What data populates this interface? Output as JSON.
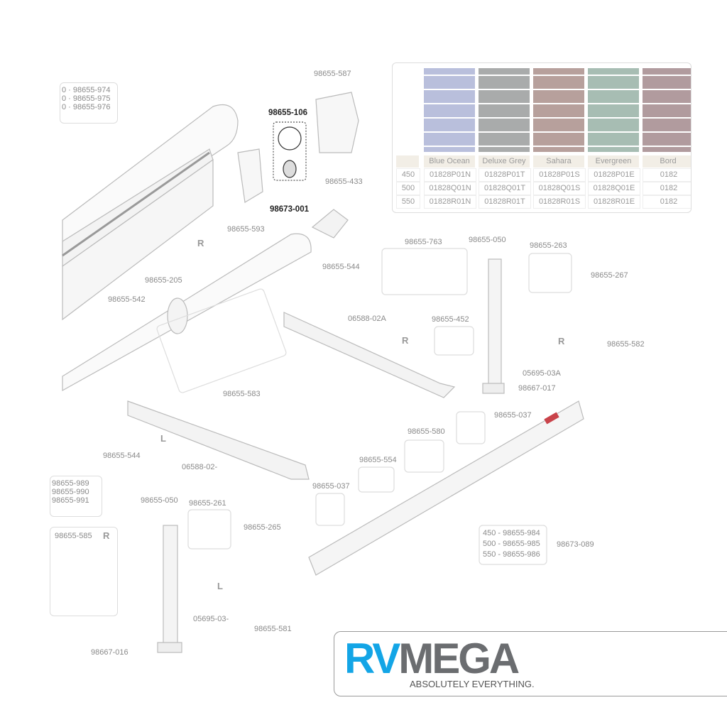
{
  "swatch_table": {
    "colors": [
      {
        "name": "Blue Ocean",
        "hex": "#b9bfdc",
        "codes": [
          "01828P01N",
          "01828Q01N",
          "01828R01N"
        ]
      },
      {
        "name": "Deluxe Grey",
        "hex": "#a9abab",
        "codes": [
          "01828P01T",
          "01828Q01T",
          "01828R01T"
        ]
      },
      {
        "name": "Sahara",
        "hex": "#b7a09c",
        "codes": [
          "01828P01S",
          "01828Q01S",
          "01828R01S"
        ]
      },
      {
        "name": "Evergreen",
        "hex": "#a7bdb3",
        "codes": [
          "01828P01E",
          "01828Q01E",
          "01828R01E"
        ]
      },
      {
        "name": "Bord",
        "hex": "#b19b9e",
        "codes": [
          "0182",
          "0182",
          "0182"
        ]
      }
    ],
    "sizes": [
      "450",
      "500",
      "550"
    ]
  },
  "labels": [
    "98655-587",
    "98655-106",
    "98673-001",
    "98655-593",
    "98655-433",
    "98655-205",
    "98655-542",
    "98655-763",
    "98655-050",
    "98655-263",
    "98655-267",
    "98655-544",
    "06588-02A",
    "98655-452",
    "98655-582",
    "05695-03A",
    "98667-017",
    "98655-583",
    "98655-037",
    "98655-544",
    "06588-02-",
    "98655-580",
    "98655-554",
    "98655-037",
    "98655-050",
    "98655-261",
    "98655-265",
    "05695-03-",
    "98655-581",
    "98667-016",
    "98673-089"
  ],
  "groups": {
    "top_left": [
      "0 · 98655-974",
      "0 · 98655-975",
      "0 · 98655-976"
    ],
    "mid_left": [
      "98655-989",
      "98655-990",
      "98655-991"
    ],
    "bottom_left": "98655-585",
    "rail": [
      "450 - 98655-984",
      "500 - 98655-985",
      "550 - 98655-986"
    ]
  },
  "sides": [
    "R",
    "R",
    "R",
    "R",
    "L",
    "L"
  ],
  "logo": {
    "rv": "RV",
    "mega": "MEGA",
    "tagline": "ABSOLUTELY EVERYTHING.",
    "rv_color": "#13a5e6",
    "mega_color": "#6b6d70"
  }
}
